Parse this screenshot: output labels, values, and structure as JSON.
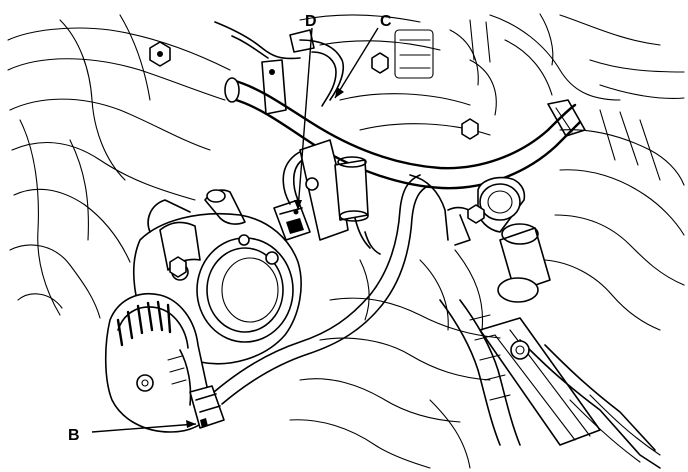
{
  "callouts": [
    {
      "id": "b",
      "label": "B"
    },
    {
      "id": "c",
      "label": "C"
    },
    {
      "id": "d",
      "label": "D"
    }
  ],
  "colors": {
    "line": "#000000",
    "background": "#ffffff"
  }
}
